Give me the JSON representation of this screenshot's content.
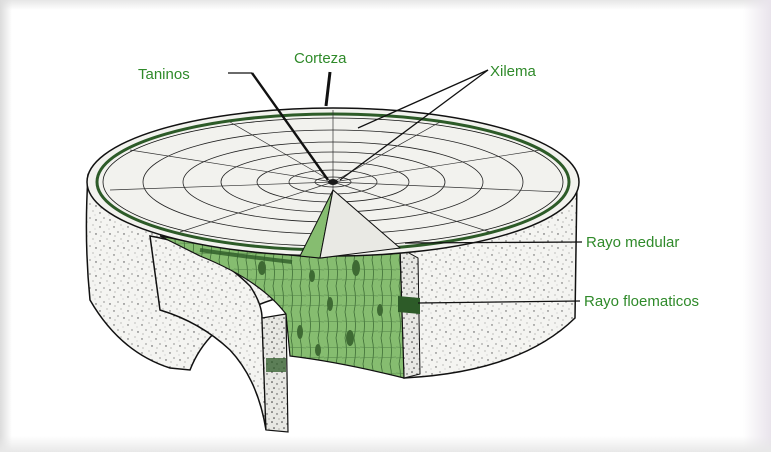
{
  "labels": {
    "taninos": "Taninos",
    "corteza": "Corteza",
    "xilema": "Xilema",
    "rayo_medular": "Rayo medular",
    "rayo_floematicos": "Rayo floematicos"
  },
  "colors": {
    "label": "#2f8a2a",
    "bark_band": "#2d5b28",
    "wood_green": "#7fb86a",
    "pith": "#1a1a1a",
    "line": "#111111"
  }
}
